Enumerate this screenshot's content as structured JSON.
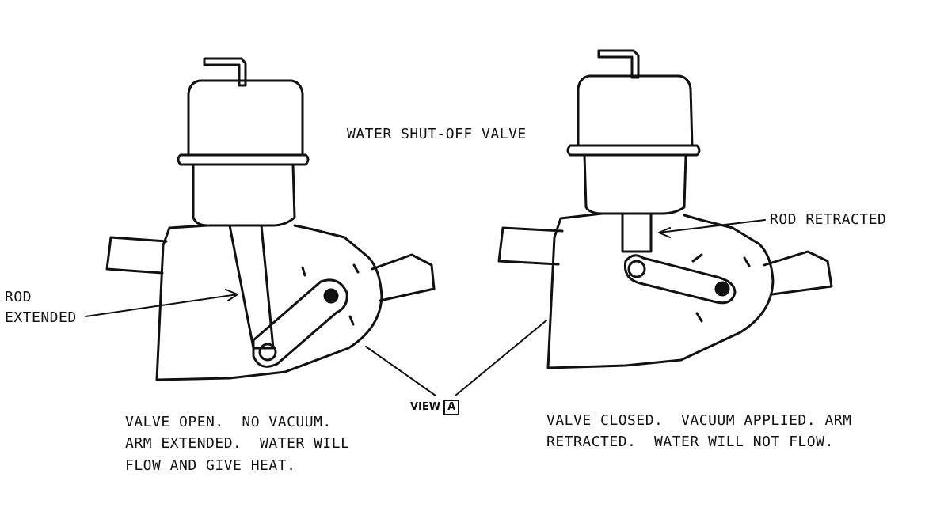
{
  "title": "WATER SHUT-OFF VALVE",
  "left": {
    "callout_line1": "ROD",
    "callout_line2": "EXTENDED",
    "caption_lines": [
      "VALVE OPEN.  NO VACUUM.",
      "ARM EXTENDED.  WATER WILL",
      "FLOW AND GIVE HEAT."
    ]
  },
  "right": {
    "callout": "ROD RETRACTED",
    "caption_lines": [
      "VALVE CLOSED.  VACUUM APPLIED. ARM",
      "RETRACTED.  WATER WILL NOT FLOW."
    ]
  },
  "view": {
    "label": "VIEW",
    "letter": "A"
  }
}
